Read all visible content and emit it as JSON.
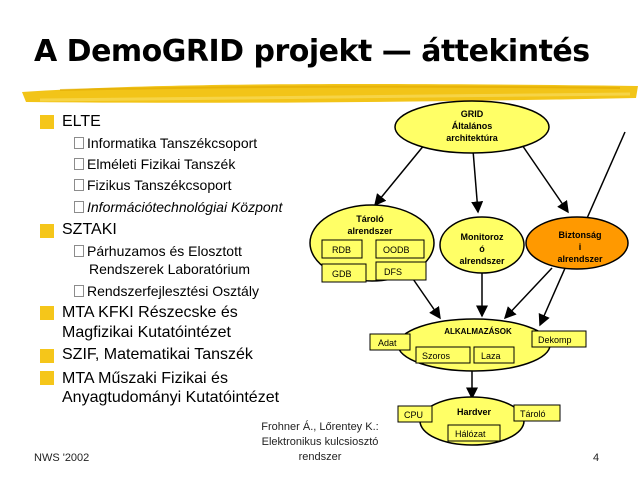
{
  "slide": {
    "title": "A DemoGRID projekt — áttekintés",
    "page_number": "4",
    "conference": "NWS '2002",
    "author_lines": [
      "Frohner Á., Lőrentey K.:",
      "Elektronikus kulcsiosztó",
      "rendszer"
    ]
  },
  "bullets": [
    {
      "label": "ELTE",
      "subitems": [
        "Informatika Tanszékcsoport",
        "Elméleti Fizikai Tanszék",
        "Fizikus Tanszékcsoport",
        "Információtechnológiai Központ"
      ]
    },
    {
      "label": "SZTAKI",
      "subitems": [
        "Párhuzamos és Elosztott",
        "Rendszerek Laboratórium",
        "Rendszerfejlesztési Osztály"
      ]
    },
    {
      "label_lines": [
        "MTA KFKI Részecske és",
        "Magfizikai Kutatóintézet"
      ]
    },
    {
      "label": "SZIF, Matematikai Tanszék"
    },
    {
      "label_lines": [
        "MTA Műszaki Fizikai és",
        "Anyagtudományi Kutatóintézet"
      ]
    }
  ],
  "diagram": {
    "grid_lines": [
      "GRID",
      "Általános",
      "architektúra"
    ],
    "taroló_lines": [
      "Tároló",
      "alrendszer"
    ],
    "monitor_lines": [
      "Monitoroz",
      "ó",
      "alrendszer"
    ],
    "biztonsag_lines": [
      "Biztonság",
      "i",
      "alrendszer"
    ],
    "rdb": "RDB",
    "oodb": "OODB",
    "gdb": "GDB",
    "dfs": "DFS",
    "alkalmazasok": "ALKALMAZÁSOK",
    "adat": "Adat",
    "dekomp": "Dekomp",
    "szoros": "Szoros",
    "laza": "Laza",
    "hardver": "Hardver",
    "cpu": "CPU",
    "tarolo_hw": "Tároló",
    "halozat": "Hálózat",
    "colors": {
      "ellipse": "#ffff66",
      "security": "#ff9900",
      "bullet": "#f5c61a",
      "brush": "#f2c418"
    }
  }
}
